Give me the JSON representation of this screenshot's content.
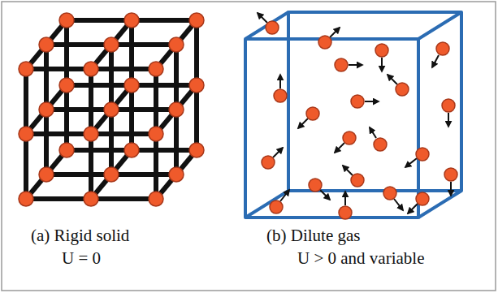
{
  "diagram": {
    "labels": [
      "(a) Rigid solid",
      "U = 0",
      "(b) Dilute gas",
      "U > 0 and variable"
    ]
  }
}
